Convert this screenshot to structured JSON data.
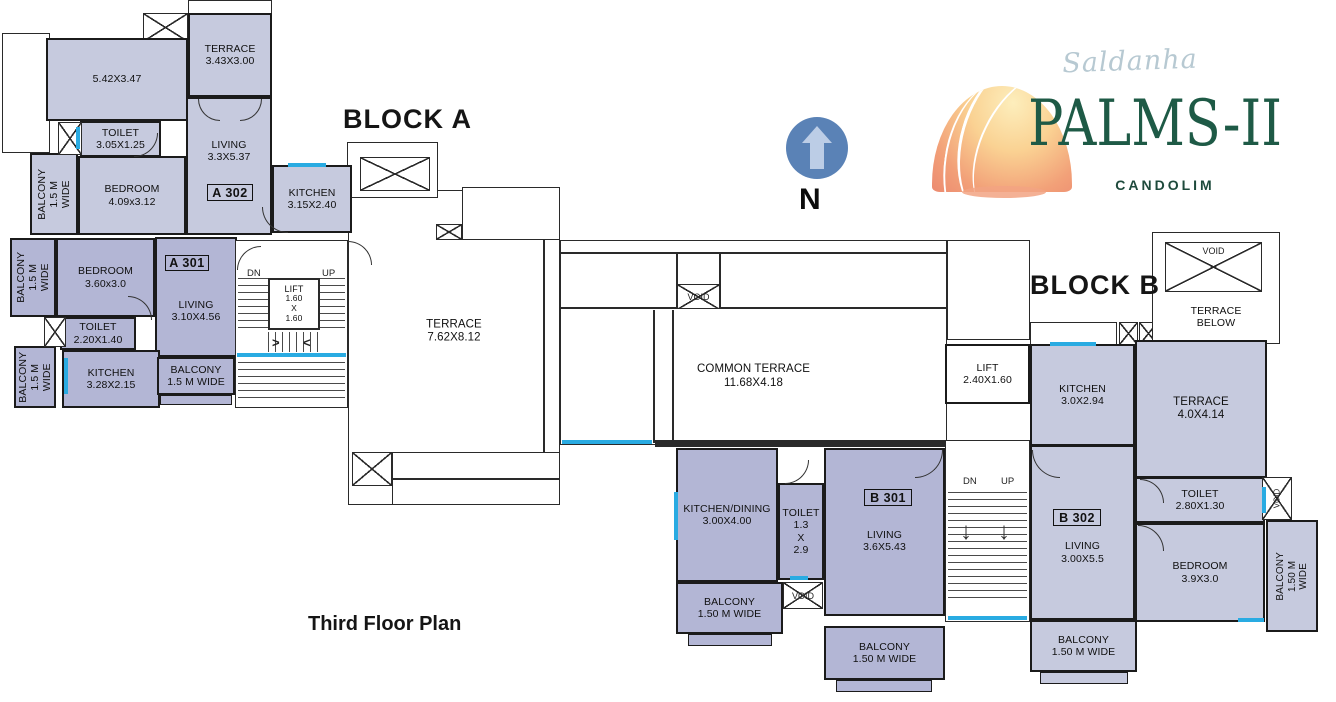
{
  "titles": {
    "block_a": "BLOCK A",
    "block_b": "BLOCK B",
    "plan_name": "Third Floor Plan"
  },
  "north": {
    "label": "N"
  },
  "logo": {
    "brand_script": "Saldanha",
    "brand_main": "PALMS-II",
    "location": "CANDOLIM"
  },
  "units": {
    "a301": "A 301",
    "a302": "A 302",
    "b301": "B 301",
    "b302": "B 302"
  },
  "stairs": {
    "dn": "DN",
    "up": "UP",
    "arrow_right": ">",
    "arrow_left": "<",
    "arrow_down": "↓"
  },
  "voids": {
    "common": "VOID",
    "block_b_top": "VOID",
    "b301_small": "VOID",
    "b302_side": "VOID"
  },
  "rooms": {
    "a302_main": {
      "name": "",
      "dims": "5.42X3.47"
    },
    "a302_terrace": {
      "name": "TERRACE",
      "dims": "3.43X3.00"
    },
    "a302_toilet": {
      "name": "TOILET",
      "dims": "3.05X1.25"
    },
    "a302_living": {
      "name": "LIVING",
      "dims": "3.3X5.37"
    },
    "a302_bedroom": {
      "name": "BEDROOM",
      "dims": "4.09x3.12"
    },
    "a302_balcony": {
      "name": "BALCONY",
      "dims": "1.5 M WIDE"
    },
    "a302_kitchen": {
      "name": "KITCHEN",
      "dims": "3.15X2.40"
    },
    "a301_balcony1": {
      "name": "BALCONY",
      "dims": "1.5 M WIDE"
    },
    "a301_bedroom": {
      "name": "BEDROOM",
      "dims": "3.60x3.0"
    },
    "a301_living": {
      "name": "LIVING",
      "dims": "3.10X4.56"
    },
    "a301_toilet": {
      "name": "TOILET",
      "dims": "2.20X1.40"
    },
    "a301_balcony2": {
      "name": "BALCONY",
      "dims": "1.5 M WIDE"
    },
    "a301_kitchen": {
      "name": "KITCHEN",
      "dims": "3.28X2.15"
    },
    "a301_balcony3": {
      "name": "BALCONY",
      "dims": "1.5 M WIDE"
    },
    "lift_a": {
      "name": "LIFT",
      "dims": "1.60\nX\n1.60"
    },
    "terrace_a": {
      "name": "TERRACE",
      "dims": "7.62X8.12"
    },
    "common_terrace": {
      "name": "COMMON TERRACE",
      "dims": "11.68X4.18"
    },
    "lift_b": {
      "name": "LIFT",
      "dims": "2.40X1.60"
    },
    "b302_kitchen": {
      "name": "KITCHEN",
      "dims": "3.0X2.94"
    },
    "b302_terrace": {
      "name": "TERRACE",
      "dims": "4.0X4.14"
    },
    "terrace_below": {
      "name": "TERRACE\nBELOW",
      "dims": ""
    },
    "b301_kitchen": {
      "name": "KITCHEN/DINING",
      "dims": "3.00X4.00"
    },
    "b301_toilet": {
      "name": "TOILET",
      "dims": "1.3\nX\n2.9"
    },
    "b301_living": {
      "name": "LIVING",
      "dims": "3.6X5.43"
    },
    "b301_balcony1": {
      "name": "BALCONY",
      "dims": "1.50 M WIDE"
    },
    "b301_balcony2": {
      "name": "BALCONY",
      "dims": "1.50 M WIDE"
    },
    "b302_living": {
      "name": "LIVING",
      "dims": "3.00X5.5"
    },
    "b302_toilet": {
      "name": "TOILET",
      "dims": "2.80X1.30"
    },
    "b302_bedroom": {
      "name": "BEDROOM",
      "dims": "3.9X3.0"
    },
    "b302_balcony_side": {
      "name": "BALCONY",
      "dims": "1.50 M WIDE"
    },
    "b302_balcony_bottom": {
      "name": "BALCONY",
      "dims": "1.50 M WIDE"
    }
  },
  "colors": {
    "unit_fill_light": "#c6cade",
    "unit_fill_dark": "#b3b6d5",
    "window_cyan": "#29abe2",
    "wall_black": "#1b1b1b",
    "logo_green": "#1e5a46",
    "logo_script_blue": "#b7c9d2",
    "north_circle_blue": "#5a82b6",
    "north_arrow_light": "#bccde6",
    "sun_top": "#fdeebc",
    "sun_bottom": "#ec8a70"
  }
}
